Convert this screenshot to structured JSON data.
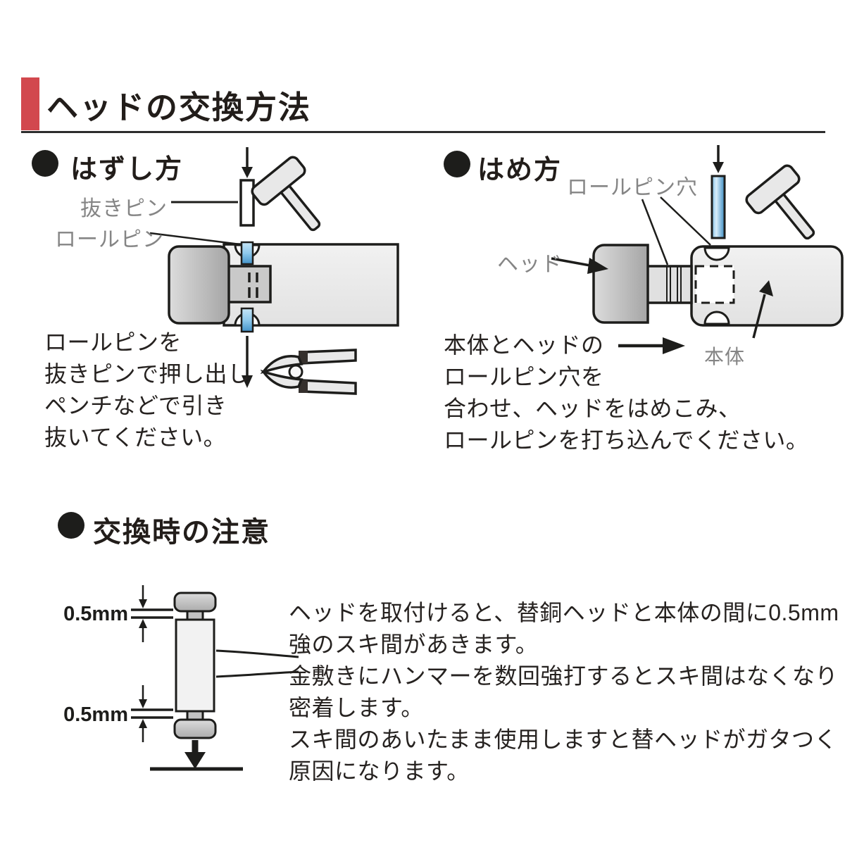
{
  "page": {
    "title": "ヘッドの交換方法"
  },
  "colors": {
    "accent_red": "#d2484e",
    "pin_blue": "#4292c8",
    "label_gray": "#858585",
    "line_black": "#1d1d1b"
  },
  "removal": {
    "heading": "はずし方",
    "pull_pin_label": "抜きピン",
    "roll_pin_label": "ロールピン",
    "lines": [
      "ロールピンを",
      "抜きピンで押し出し",
      "ペンチなどで引き",
      "抜いてください。"
    ]
  },
  "attach": {
    "heading": "はめ方",
    "roll_pin_hole_label": "ロールピン穴",
    "head_label": "ヘッド",
    "body_label": "本体",
    "lines": [
      "本体とヘッドの",
      "ロールピン穴を",
      "合わせ、ヘッドをはめこみ、",
      "ロールピンを打ち込んでください。"
    ]
  },
  "caution": {
    "heading": "交換時の注意",
    "gap_top": "0.5mm",
    "gap_bottom": "0.5mm",
    "lines": [
      "ヘッドを取付けると、替銅ヘッドと本体の間に0.5mm",
      "強のスキ間があきます。",
      "金敷きにハンマーを数回強打するとスキ間はなくなり",
      "密着します。",
      "スキ間のあいたまま使用しますと替ヘッドがガタつく",
      "原因になります。"
    ]
  }
}
